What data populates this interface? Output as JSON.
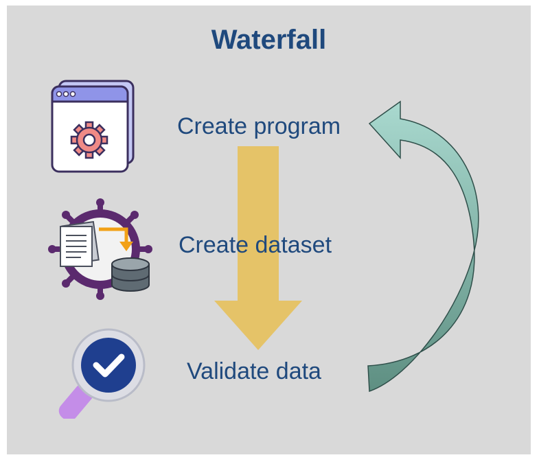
{
  "title": "Waterfall",
  "steps": [
    {
      "label": "Create program",
      "icon": "program-settings-icon"
    },
    {
      "label": "Create dataset",
      "icon": "dataset-icon"
    },
    {
      "label": "Validate data",
      "icon": "validate-search-icon"
    }
  ],
  "colors": {
    "background": "#d9d9d9",
    "text": "#1f497d",
    "down_arrow": "#e6c15e",
    "feedback_arrow_light": "#a9d9cf",
    "feedback_arrow_dark": "#5e8f82"
  }
}
